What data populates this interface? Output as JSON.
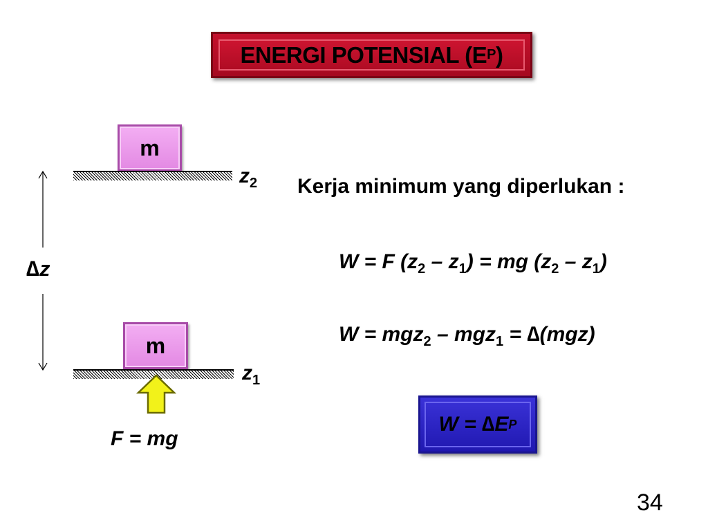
{
  "title": {
    "main": "ENERGI POTENSIAL (E",
    "sub": "P",
    "close": ")"
  },
  "masses": {
    "top": "m",
    "bottom": "m"
  },
  "heights": {
    "z2": {
      "var": "z",
      "sub": "2"
    },
    "z1": {
      "var": "z",
      "sub": "1"
    }
  },
  "delta_z": {
    "delta": "∆",
    "var": "z"
  },
  "force_label": "F = mg",
  "kerja_text": "Kerja minimum yang diperlukan :",
  "equation1": {
    "a": "W = F (z",
    "b": "2",
    "c": " – z",
    "d": "1",
    "e": ") = mg (z",
    "f": "2",
    "g": " – z",
    "h": "1",
    "i": ")"
  },
  "equation2": {
    "a": "W = mgz",
    "b": "2",
    "c": " – mgz",
    "d": "1",
    "e": " = ∆(mgz)"
  },
  "result": {
    "a": "W = ∆E",
    "b": "P"
  },
  "page_number": "34",
  "colors": {
    "title_box": "#b00c24",
    "mass_block": "#e99be9",
    "result_box": "#2a22c4",
    "arrow_fill": "#f2f21a"
  }
}
